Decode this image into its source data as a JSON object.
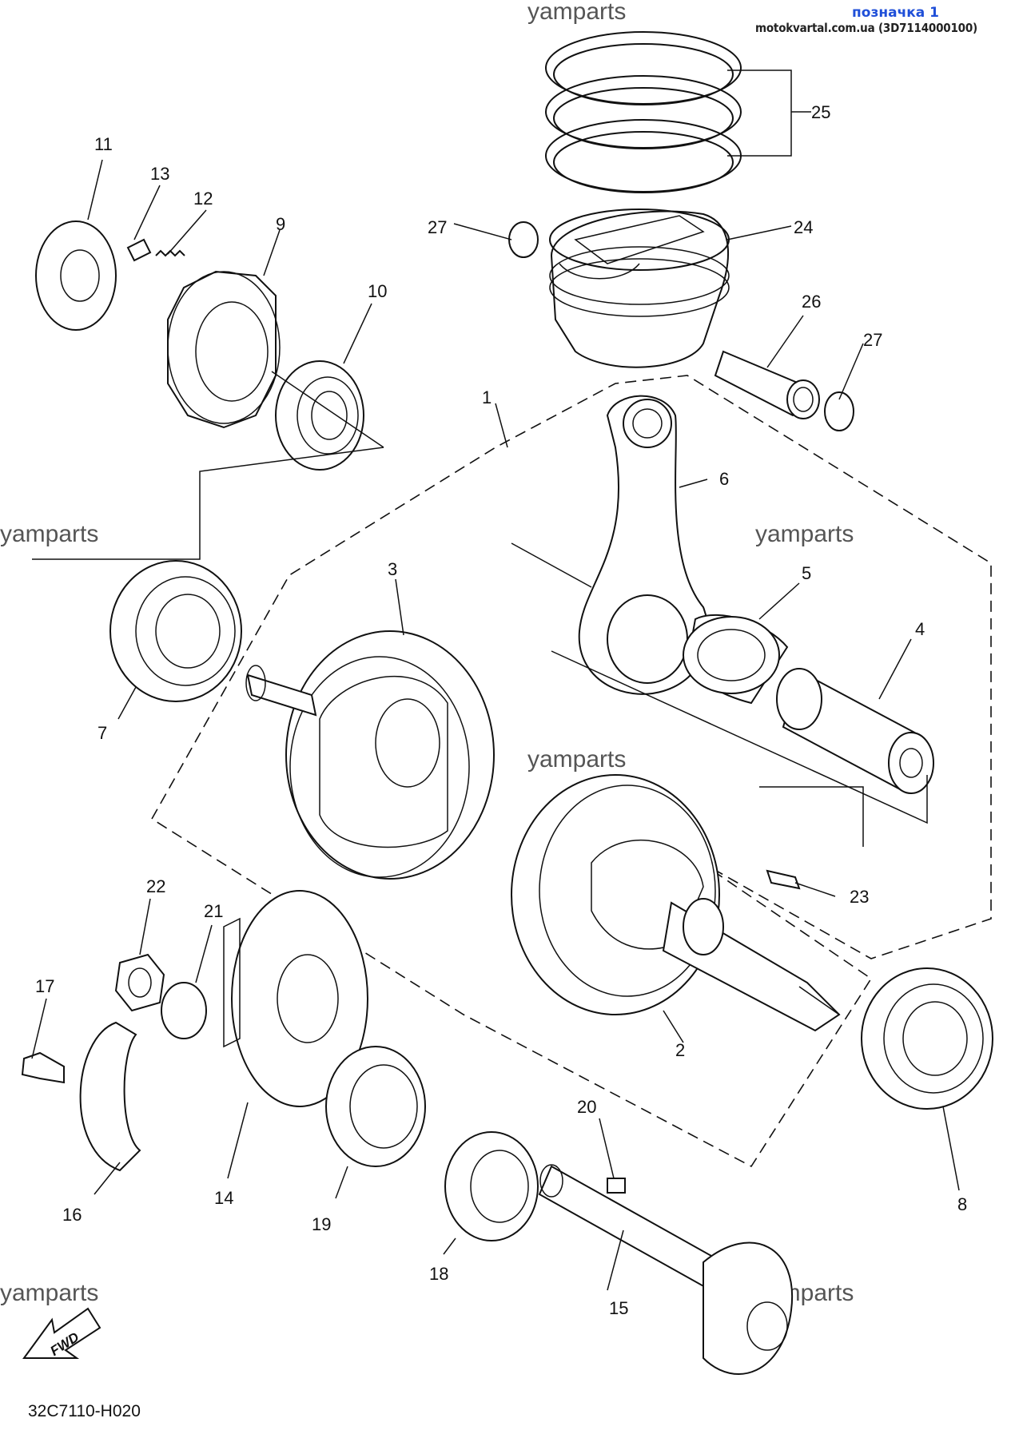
{
  "header": {
    "label": "позначка 1",
    "source": "motokvartal.com.ua (3D7114000100)"
  },
  "watermarks": [
    "yamparts",
    "yamparts",
    "yamparts",
    "yamparts",
    "yamparts",
    "yamparts"
  ],
  "callouts": [
    "1",
    "2",
    "3",
    "4",
    "5",
    "6",
    "7",
    "8",
    "9",
    "10",
    "11",
    "12",
    "13",
    "14",
    "15",
    "16",
    "17",
    "18",
    "19",
    "20",
    "21",
    "22",
    "23",
    "24",
    "25",
    "26",
    "27",
    "27"
  ],
  "fwd_label": "FWD",
  "diagram_code": "32C7110-H020"
}
